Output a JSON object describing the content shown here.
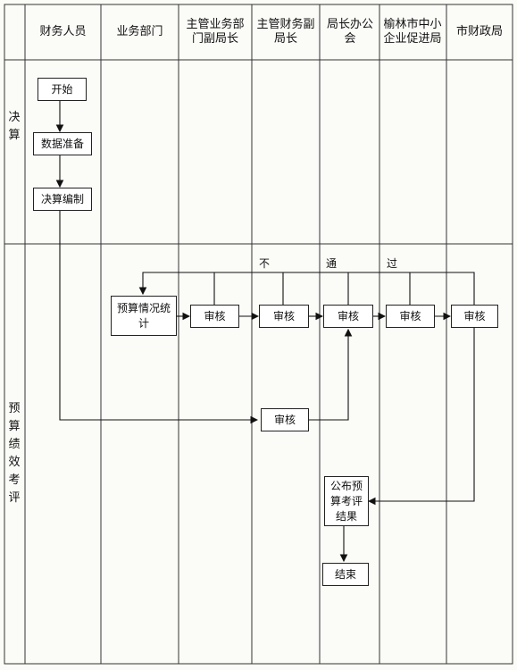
{
  "headers": {
    "finance_staff": "财务人员",
    "business_dept": "业务部门",
    "dept_deputy": "主管业务部门副局长",
    "finance_deputy": "主管财务副局长",
    "office_meeting": "局长办公会",
    "sme_bureau": "榆林市中小企业促进局",
    "city_finance": "市财政局"
  },
  "rows": {
    "final_accounts": "决算",
    "budget_evaluation": "预算绩效考评"
  },
  "nodes": {
    "start": "开始",
    "data_prep": "数据准备",
    "compile": "决算编制",
    "budget_stats": "预算情况统计",
    "review_dept": "审核",
    "review_fin": "审核",
    "review_office": "审核",
    "review_sme": "审核",
    "review_city": "审核",
    "review_lower": "审核",
    "publish": "公布预算考评结果",
    "end": "结束"
  },
  "loop_labels": {
    "part1": "不",
    "part2": "通",
    "part3": "过"
  }
}
